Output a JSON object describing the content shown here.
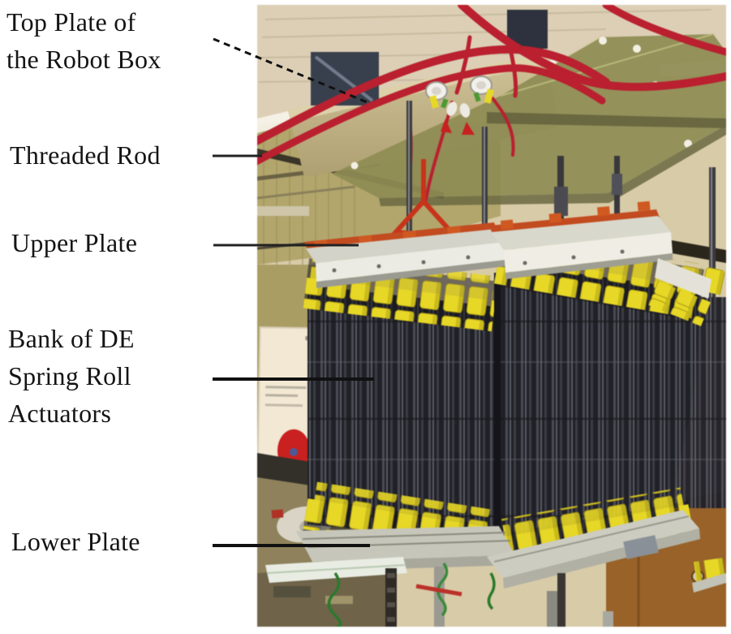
{
  "figure": {
    "type": "annotated-photograph",
    "description": "Photograph of two banks of DE spring roll actuators suspended by threaded rods from the top plate of a robot box, with callout labels.",
    "labels": [
      {
        "name": "top-plate-of-robot-box",
        "lines": [
          "Top Plate of",
          "the Robot Box"
        ]
      },
      {
        "name": "threaded-rod",
        "lines": [
          "Threaded Rod"
        ]
      },
      {
        "name": "upper-plate",
        "lines": [
          "Upper Plate"
        ]
      },
      {
        "name": "bank-of-de-spring-roll-actuators",
        "lines": [
          "Bank of DE",
          "Spring Roll",
          "Actuators"
        ]
      },
      {
        "name": "lower-plate",
        "lines": [
          "Lower Plate"
        ]
      }
    ],
    "photo_parts": [
      "ceiling",
      "fluorescent light",
      "robot box",
      "olive top plate with bolt holes",
      "red high-voltage cables",
      "white HV connectors with yellow and green plugs",
      "threaded rods with couplers",
      "upper plates with orange clamps",
      "banks of black spring roll actuators with yellow end caps",
      "lower plates",
      "green signal wires",
      "wall poster with red circle",
      "lab bench clutter",
      "wooden cabinet"
    ],
    "colors": {
      "label_text": "#141414",
      "leader_line": "#1a1a1a",
      "actuator_body": "#23232a",
      "actuator_cap": "#e6d51f",
      "cable_red": "#bf1f2e",
      "plate_olive": "#8e8c52",
      "upper_plate": "#ebebe3",
      "orange_clamp": "#c64a1c",
      "background": "#ffffff"
    }
  }
}
